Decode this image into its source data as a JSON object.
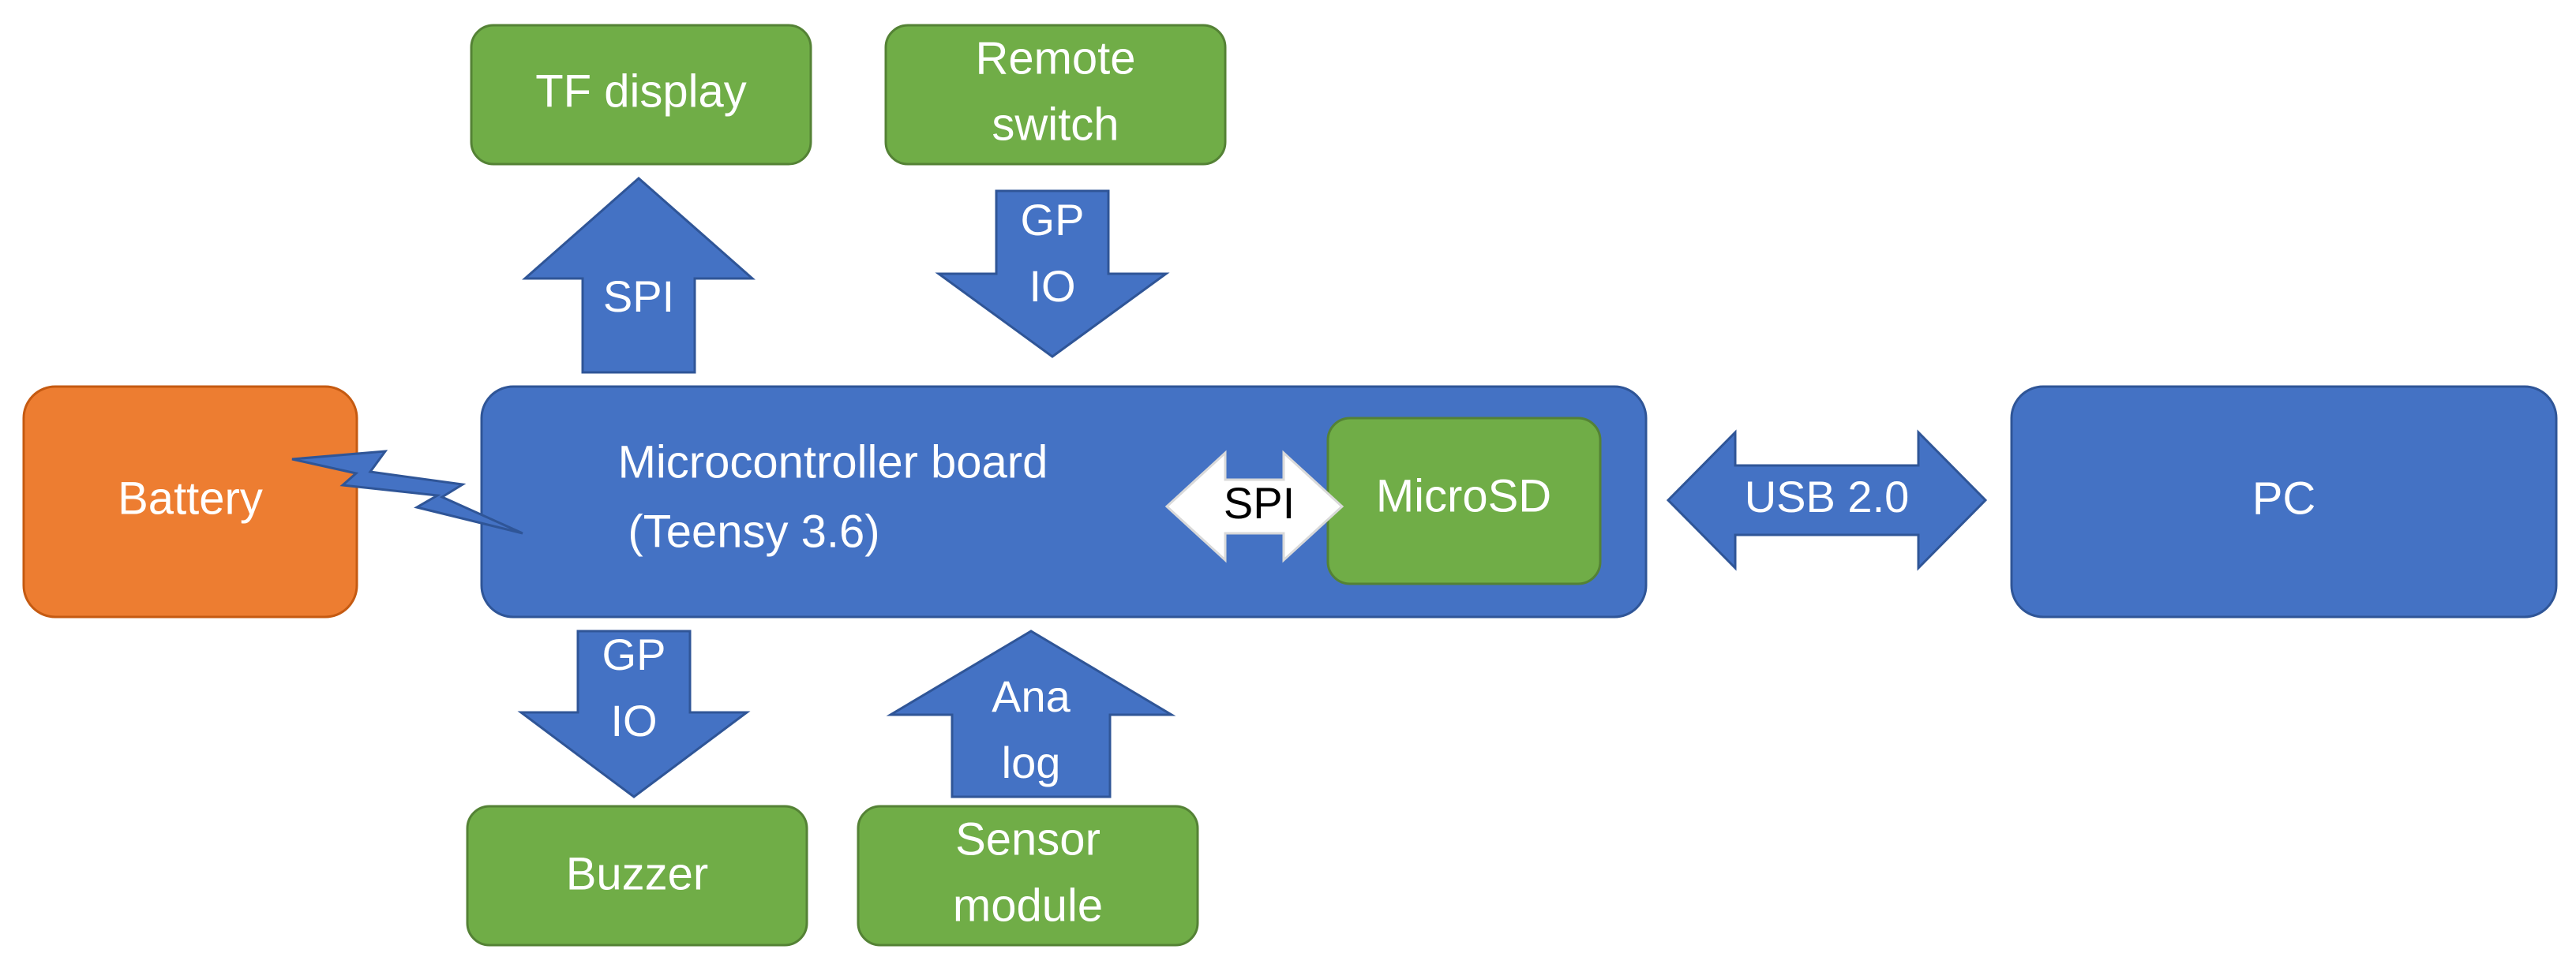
{
  "colors": {
    "blue": "#4472C4",
    "green": "#70AD47",
    "orange": "#ED7D31",
    "white": "#FFFFFF",
    "text_light": "#FFFFFF",
    "text_dark": "#000000"
  },
  "boxes": {
    "tf_display": [
      "TF display"
    ],
    "remote_switch": [
      "Remote",
      "switch"
    ],
    "battery": [
      "Battery"
    ],
    "microcontroller": [
      "Microcontroller board",
      "(Teensy 3.6)"
    ],
    "microsd": [
      "MicroSD"
    ],
    "pc": [
      "PC"
    ],
    "buzzer": [
      "Buzzer"
    ],
    "sensor_module": [
      "Sensor",
      "module"
    ]
  },
  "links": {
    "spi_display": [
      "SPI"
    ],
    "gpio_switch": [
      "GP",
      "IO"
    ],
    "spi_microsd": [
      "SPI"
    ],
    "usb": [
      "USB 2.0"
    ],
    "gpio_buzzer": [
      "GP",
      "IO"
    ],
    "analog_sensor": [
      "Ana",
      "log"
    ]
  },
  "icons": {
    "battery_connection": "lightning-bolt-icon"
  }
}
